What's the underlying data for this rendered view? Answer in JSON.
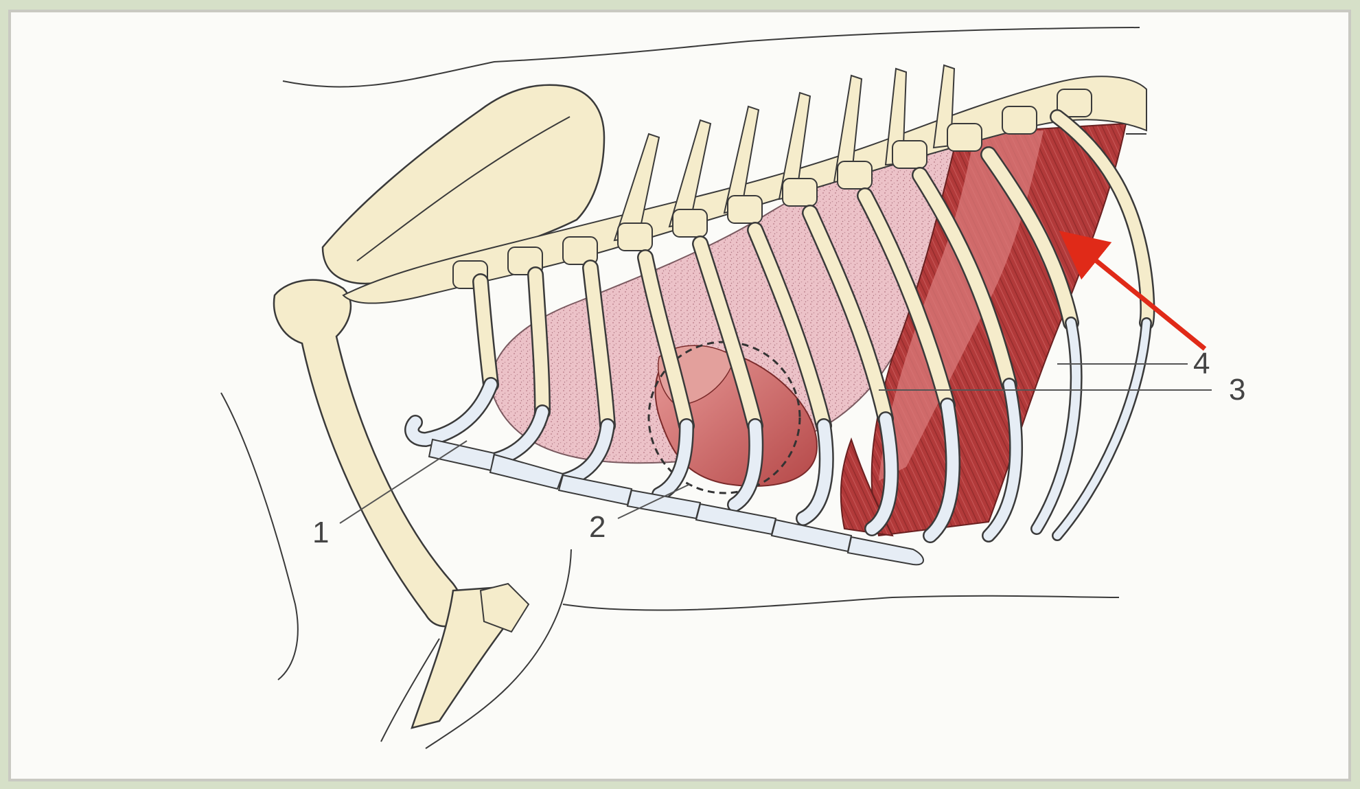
{
  "diagram": {
    "labels": [
      {
        "id": "1",
        "text": "1"
      },
      {
        "id": "2",
        "text": "2"
      },
      {
        "id": "3",
        "text": "3"
      },
      {
        "id": "4",
        "text": "4"
      }
    ],
    "colors": {
      "bone": "#f5eccb",
      "cartilage": "#e6edf5",
      "lung": "#ecc2c8",
      "heart": "#c55a5a",
      "diaphragm": "#b23a3a",
      "pointer_arrow": "#e02a18",
      "outline": "#3a3a3a",
      "frame_background": "#fbfbf8",
      "outer_background": "#d6e0c8"
    }
  }
}
